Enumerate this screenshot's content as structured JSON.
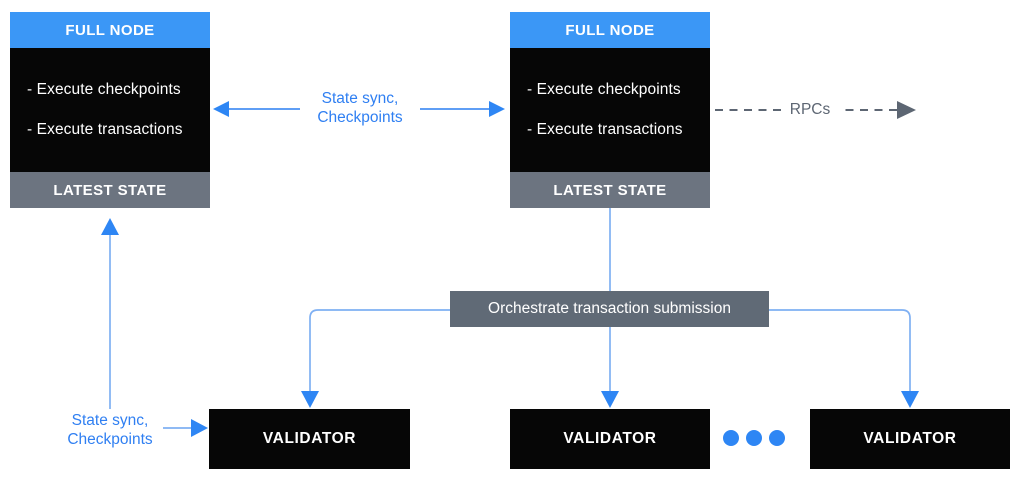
{
  "diagram": {
    "full_nodes": [
      {
        "title": "FULL NODE",
        "items": [
          "- Execute checkpoints",
          "- Execute transactions"
        ],
        "footer": "LATEST STATE"
      },
      {
        "title": "FULL NODE",
        "items": [
          "- Execute checkpoints",
          "- Execute transactions"
        ],
        "footer": "LATEST STATE"
      }
    ],
    "orchestrator_label": "Orchestrate transaction submission",
    "validators": [
      {
        "label": "VALIDATOR"
      },
      {
        "label": "VALIDATOR"
      },
      {
        "label": "VALIDATOR"
      }
    ],
    "labels": {
      "mid_arrow": {
        "line1": "State sync,",
        "line2": "Checkpoints"
      },
      "rpcs": "RPCs",
      "bottom_left": {
        "line1": "State sync,",
        "line2": "Checkpoints"
      }
    },
    "colors": {
      "header_blue": "#3b97f6",
      "node_black": "#060606",
      "state_gray": "#6c7480",
      "orchestrator_gray": "#606a76",
      "connector_blue": "#7fb0f3",
      "midline_blue": "#5f9ef5",
      "arrowhead_blue": "#2e86f4",
      "label_blue": "#2f7ff2",
      "rpc_gray": "#5d6673"
    }
  }
}
